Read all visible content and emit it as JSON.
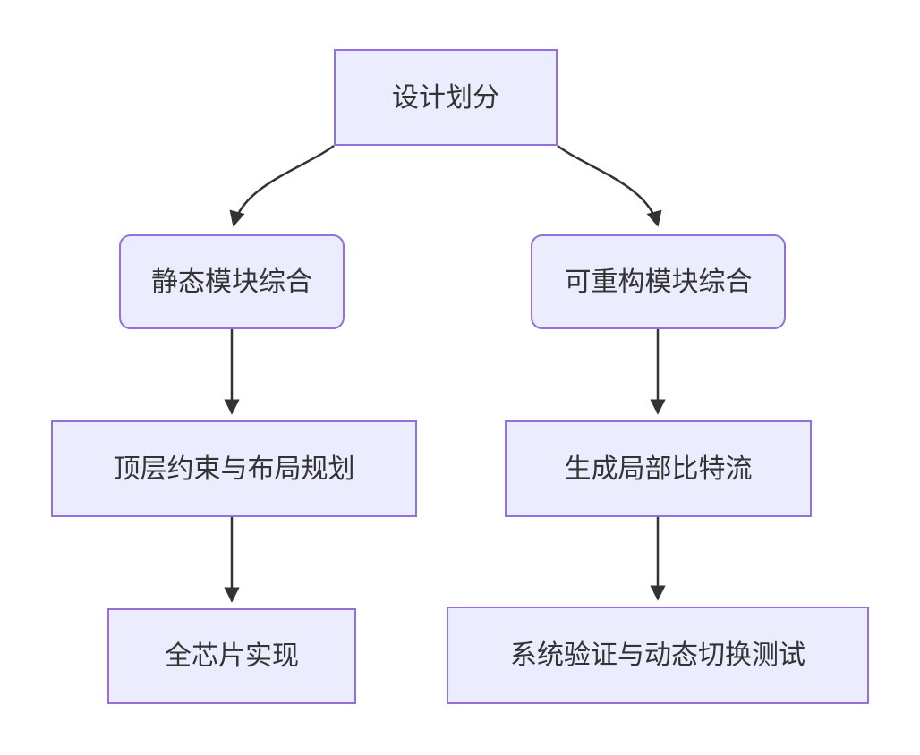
{
  "diagram": {
    "type": "flowchart",
    "direction": "top-down",
    "colors": {
      "background": "#ffffff",
      "node_fill": "#ECECFF",
      "node_border": "#9370DB",
      "text_color": "#333333",
      "arrow_color": "#333333"
    },
    "nodes": [
      {
        "id": "design-partition",
        "label": "设计划分",
        "shape": "rect",
        "row": 1,
        "column": "center"
      },
      {
        "id": "static-module-synthesis",
        "label": "静态模块综合",
        "shape": "rounded",
        "row": 2,
        "column": "left"
      },
      {
        "id": "reconfig-module-synthesis",
        "label": "可重构模块综合",
        "shape": "rounded",
        "row": 2,
        "column": "right"
      },
      {
        "id": "top-constraints-floorplan",
        "label": "顶层约束与布局规划",
        "shape": "rect",
        "row": 3,
        "column": "left"
      },
      {
        "id": "generate-partial-bitstream",
        "label": "生成局部比特流",
        "shape": "rect",
        "row": 3,
        "column": "right"
      },
      {
        "id": "full-chip-implementation",
        "label": "全芯片实现",
        "shape": "rect",
        "row": 4,
        "column": "left"
      },
      {
        "id": "system-verify-switch-test",
        "label": "系统验证与动态切换测试",
        "shape": "rect",
        "row": 4,
        "column": "right"
      }
    ],
    "edges": [
      {
        "from": "design-partition",
        "to": "static-module-synthesis",
        "style": "curved",
        "arrowhead": "filled-triangle"
      },
      {
        "from": "design-partition",
        "to": "reconfig-module-synthesis",
        "style": "curved",
        "arrowhead": "filled-triangle"
      },
      {
        "from": "static-module-synthesis",
        "to": "top-constraints-floorplan",
        "style": "straight",
        "arrowhead": "filled-triangle"
      },
      {
        "from": "reconfig-module-synthesis",
        "to": "generate-partial-bitstream",
        "style": "straight",
        "arrowhead": "filled-triangle"
      },
      {
        "from": "top-constraints-floorplan",
        "to": "full-chip-implementation",
        "style": "straight",
        "arrowhead": "filled-triangle"
      },
      {
        "from": "generate-partial-bitstream",
        "to": "system-verify-switch-test",
        "style": "straight",
        "arrowhead": "filled-triangle"
      }
    ]
  }
}
